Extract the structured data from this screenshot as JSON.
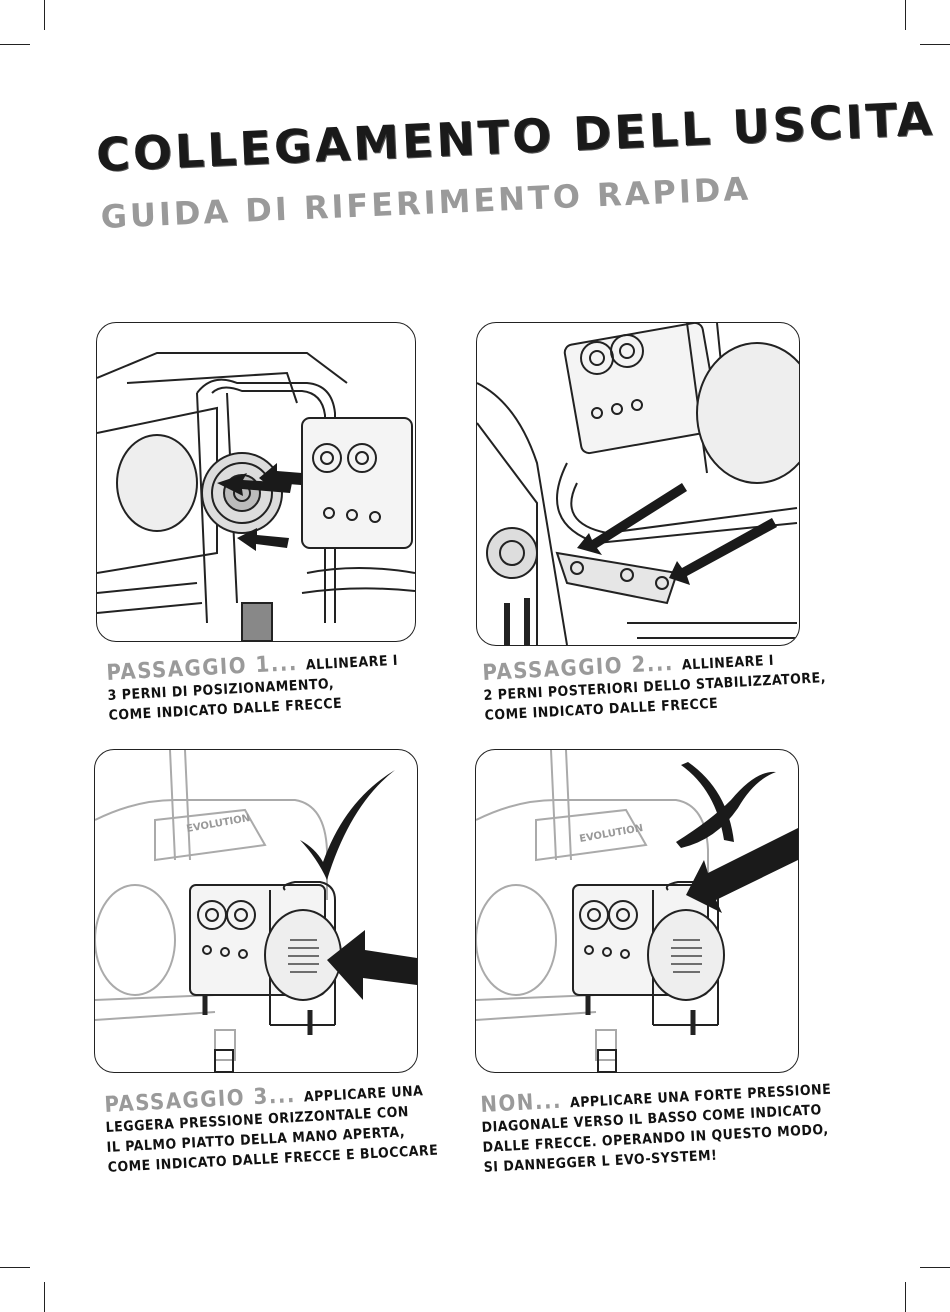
{
  "header": {
    "title": "COLLEGAMENTO DELL USCITA",
    "subtitle": "GUIDA DI RIFERIMENTO RAPIDA"
  },
  "steps": [
    {
      "label": "PASSAGGIO 1...",
      "lines": [
        "ALLINEARE I",
        "3 PERNI DI POSIZIONAMENTO,",
        "COME INDICATO DALLE FRECCE"
      ]
    },
    {
      "label": "PASSAGGIO 2...",
      "lines": [
        "ALLINEARE I",
        "2 PERNI POSTERIORI DELLO STABILIZZATORE,",
        "COME INDICATO DALLE FRECCE"
      ]
    },
    {
      "label": "PASSAGGIO 3...",
      "lines": [
        "APPLICARE UNA",
        "LEGGERA PRESSIONE ORIZZONTALE CON",
        "IL PALMO PIATTO DELLA MANO APERTA,",
        "COME INDICATO DALLE FRECCE E BLOCCARE"
      ]
    },
    {
      "label": "NON...",
      "lines": [
        "APPLICARE UNA FORTE PRESSIONE",
        "DIAGONALE VERSO IL BASSO COME INDICATO",
        "DALLE FRECCE. OPERANDO IN QUESTO MODO,",
        "SI DANNEGGER L EVO-SYSTEM!"
      ]
    }
  ],
  "brand": {
    "logo_text": "EVOLUTION"
  },
  "icons": {
    "correct": "checkmark-icon",
    "wrong": "cross-icon"
  }
}
